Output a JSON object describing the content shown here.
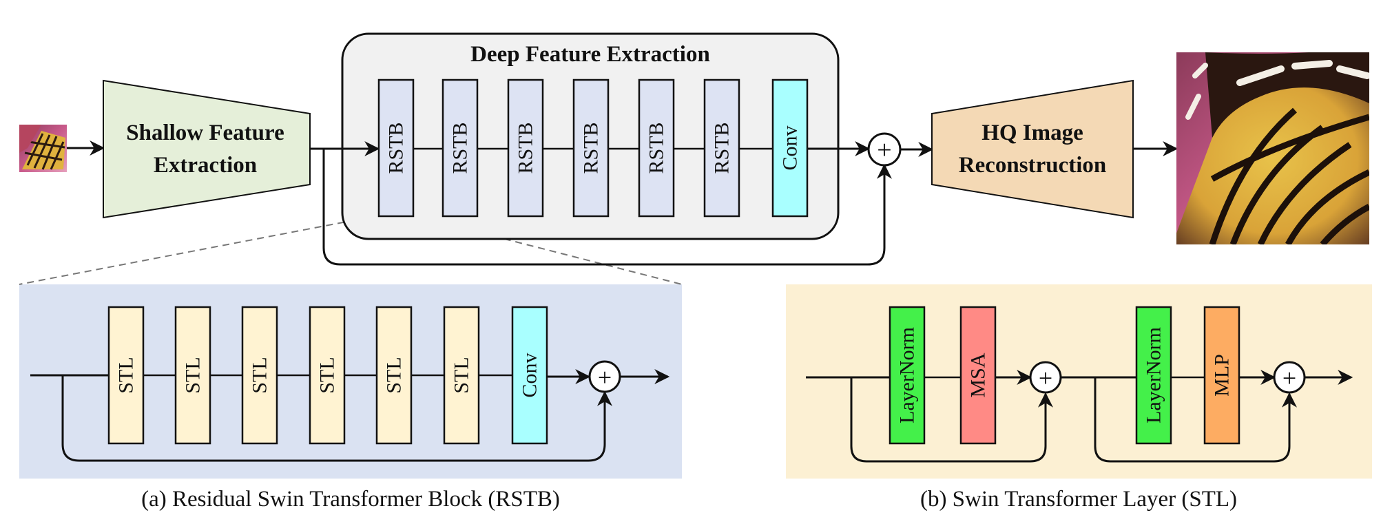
{
  "colors": {
    "rstb_fill": "#dde3f3",
    "conv_fill": "#a9ffff",
    "stl_fill": "#fff3d2",
    "layernorm_fill": "#44f04a",
    "msa_fill": "#ff8a85",
    "mlp_fill": "#fdac62",
    "shallow_fill": "#e5efd9",
    "hq_fill": "#f4d9b5",
    "deep_container_fill": "#f1f1f1",
    "panel_a_bg": "#dae2f2",
    "panel_b_bg": "#fcf0d3"
  },
  "main": {
    "shallow_label_line1": "Shallow Feature",
    "shallow_label_line2": "Extraction",
    "deep_title": "Deep Feature Extraction",
    "deep_blocks": [
      "RSTB",
      "RSTB",
      "RSTB",
      "RSTB",
      "RSTB",
      "RSTB",
      "Conv"
    ],
    "hq_label_line1": "HQ Image",
    "hq_label_line2": "Reconstruction",
    "plus_symbol": "+"
  },
  "panel_a": {
    "blocks": [
      "STL",
      "STL",
      "STL",
      "STL",
      "STL",
      "STL",
      "Conv"
    ],
    "caption": "(a) Residual Swin Transformer Block (RSTB)"
  },
  "panel_b": {
    "blocks": [
      "LayerNorm",
      "MSA",
      "LayerNorm",
      "MLP"
    ],
    "caption": "(b) Swin Transformer Layer (STL)"
  },
  "images": {
    "input_image": "butterfly-thumbnail",
    "output_image": "butterfly-wing-closeup"
  }
}
